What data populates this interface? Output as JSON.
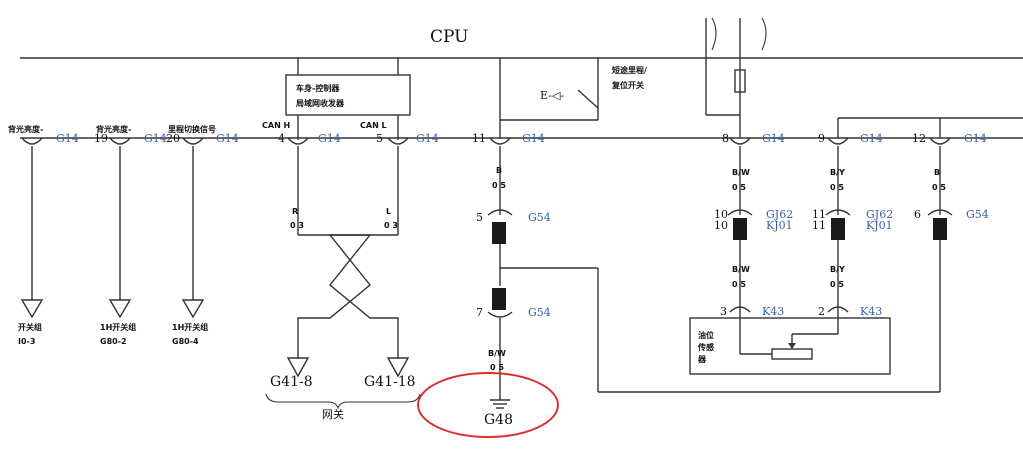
{
  "cpu_label": "CPU",
  "controller_line1": "车身-控制器",
  "controller_line2": "局域网收发器",
  "can_h": "CAN H",
  "can_l": "CAN L",
  "switch_label_1": "短途里程/",
  "switch_label_2": "复位开关",
  "left_pins": [
    {
      "num": "",
      "conn": "G14",
      "label": "背光亮度-"
    },
    {
      "num": "19",
      "conn": "G14",
      "label": "背光亮度-"
    },
    {
      "num": "20",
      "conn": "G14",
      "label": "里程切换信号"
    }
  ],
  "pins": [
    {
      "num": "4",
      "conn": "G14"
    },
    {
      "num": "5",
      "conn": "G14"
    },
    {
      "num": "11",
      "conn": "G14"
    },
    {
      "num": "8",
      "conn": "G14"
    },
    {
      "num": "9",
      "conn": "G14"
    },
    {
      "num": "12",
      "conn": "G14"
    }
  ],
  "wires": {
    "can_h": {
      "color": "R",
      "size": "0 3"
    },
    "can_l": {
      "color": "L",
      "size": "0 3"
    },
    "ground_top": {
      "color": "B",
      "size": "0 5"
    },
    "ground_bottom": {
      "color": "B/W",
      "size": "0 5"
    },
    "w8_top": {
      "color": "B/W",
      "size": "0 5"
    },
    "w8_bottom": {
      "color": "B/W",
      "size": "0 5"
    },
    "w9_top": {
      "color": "B/Y",
      "size": "0 5"
    },
    "w9_bottom": {
      "color": "B/Y",
      "size": "0 5"
    },
    "w12": {
      "color": "B",
      "size": "0 5"
    }
  },
  "inline_connectors": [
    {
      "num": "5",
      "conn": "G54"
    },
    {
      "num": "7",
      "conn": "G54"
    },
    {
      "num": "10",
      "num2": "10",
      "conn": "GJ62",
      "conn2": "KJ01"
    },
    {
      "num": "11",
      "num2": "11",
      "conn": "GJ62",
      "conn2": "KJ01"
    },
    {
      "num": "6",
      "conn": "G54"
    }
  ],
  "sensor_pins": [
    {
      "num": "3",
      "conn": "K43"
    },
    {
      "num": "2",
      "conn": "K43"
    }
  ],
  "sensor_label": [
    "油位",
    "传感",
    "器"
  ],
  "bottom_left": [
    {
      "line1": "开关组",
      "line2": "I0-3"
    },
    {
      "line1": "1H开关组",
      "line2": "G80-2"
    },
    {
      "line1": "1H开关组",
      "line2": "G80-4"
    }
  ],
  "gateway_connectors": [
    "G41-8",
    "G41-18"
  ],
  "gateway_label": "网关",
  "ground_label": "G48",
  "highlight_color": "#d9322f"
}
